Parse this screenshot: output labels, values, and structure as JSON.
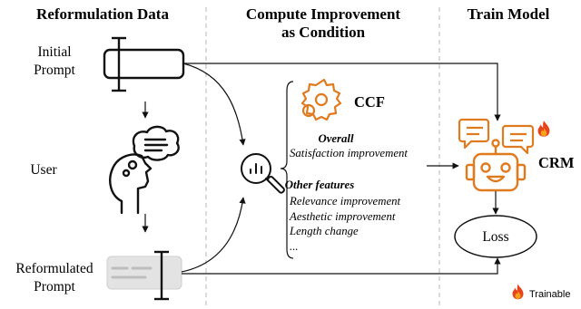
{
  "headers": {
    "left": "Reformulation Data",
    "middle_line1": "Compute Improvement",
    "middle_line2": "as Condition",
    "right": "Train Model"
  },
  "left": {
    "initial_prompt_line1": "Initial",
    "initial_prompt_line2": "Prompt",
    "user": "User",
    "reformulated_line1": "Reformulated",
    "reformulated_line2": "Prompt"
  },
  "middle": {
    "ccf": "CCF",
    "overall_title": "Overall",
    "overall_item": "Satisfaction improvement",
    "other_title": "Other features",
    "other_items": [
      "Relevance improvement",
      "Aesthetic improvement",
      "Length change",
      "..."
    ]
  },
  "right": {
    "crm": "CRM",
    "loss": "Loss",
    "legend": "Trainable"
  },
  "colors": {
    "orange": "#e07a1f",
    "fire_red": "#e8441c",
    "fire_yellow": "#f7a21b",
    "divider": "#c8c8c8",
    "gray_box": "#e3e3e3"
  },
  "icons": [
    "text-cursor-icon",
    "head-thought-icon",
    "magnifier-chart-icon",
    "gear-icon",
    "robot-icon",
    "chat-bubble-icon",
    "fire-icon"
  ]
}
